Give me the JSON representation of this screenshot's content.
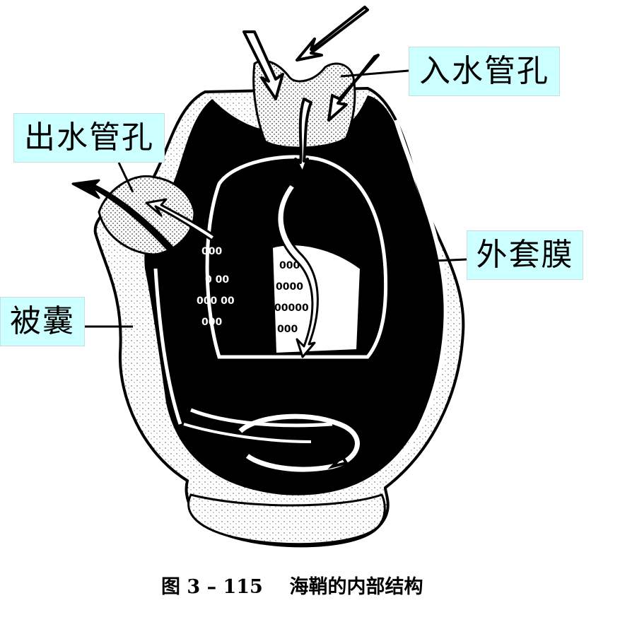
{
  "diagram": {
    "subject": "海鞘的内部结构",
    "colors": {
      "background": "#ffffff",
      "ink": "#000000",
      "label_fill": "#ccffff"
    },
    "labels": [
      {
        "id": "incurrent-siphon",
        "text": "入水管孔"
      },
      {
        "id": "excurrent-siphon",
        "text": "出水管孔"
      },
      {
        "id": "mantle",
        "text": "外套膜"
      },
      {
        "id": "tunic",
        "text": "被囊"
      }
    ],
    "caption": {
      "figure_number": "图 3 – 115",
      "title": "海鞘的内部结构"
    }
  }
}
